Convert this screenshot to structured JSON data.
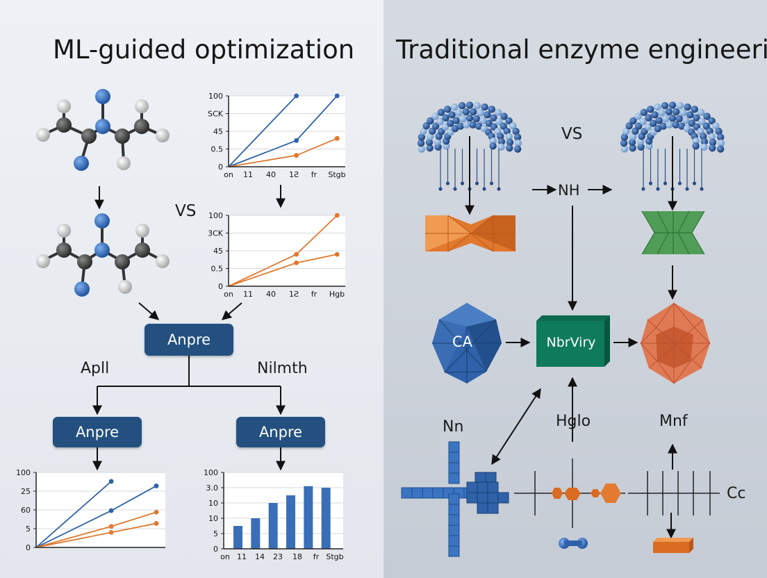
{
  "left": {
    "title": "ML-guided optimization",
    "vs": "VS",
    "center_button": "Anpre",
    "branch_left": "Apll",
    "branch_right": "Nilmth",
    "button_left": "Anpre",
    "button_right": "Anpre"
  },
  "right": {
    "title": "Traditional enzyme engineering",
    "vs": "VS",
    "nh": "NH",
    "ca": "CA",
    "center_box": "NbrViry",
    "nn": "Nn",
    "hglo": "Hglo",
    "mnf": "Mnf",
    "cc": "Cc"
  },
  "colors": {
    "blue": "#2f62a8",
    "orange": "#e0782e",
    "green": "#3f9a4c",
    "teal": "#0f7a5c",
    "navy_button": "#23507f"
  },
  "chart_data": [
    {
      "type": "line",
      "y_tick_labels": [
        "100",
        "SCK",
        "45",
        "0.5",
        "0"
      ],
      "x_tick_labels": [
        "on",
        "11",
        "40",
        "1Ƨ",
        "fr",
        "Stgb"
      ],
      "series": [
        {
          "color": "#2f62a8",
          "points": [
            [
              0,
              0
            ],
            [
              5,
              100
            ]
          ]
        },
        {
          "color": "#2f62a8",
          "points": [
            [
              0,
              0
            ],
            [
              5,
              37
            ],
            [
              8,
              100
            ]
          ]
        },
        {
          "color": "#e0782e",
          "points": [
            [
              0,
              0
            ],
            [
              5,
              16
            ],
            [
              8,
              40
            ]
          ]
        }
      ]
    },
    {
      "type": "line",
      "y_tick_labels": [
        "100",
        "3CK",
        "45",
        "0.5",
        "0"
      ],
      "x_tick_labels": [
        "on",
        "11",
        "40",
        "1Ƨ",
        "fr",
        "Hgb"
      ],
      "series": [
        {
          "color": "#e0782e",
          "points": [
            [
              0,
              0
            ],
            [
              5,
              45
            ],
            [
              8,
              100
            ]
          ]
        },
        {
          "color": "#e0782e",
          "points": [
            [
              0,
              0
            ],
            [
              5,
              33
            ],
            [
              8,
              45
            ]
          ]
        }
      ]
    },
    {
      "type": "line",
      "y_tick_labels": [
        "100",
        "25",
        "60",
        "5",
        "0"
      ],
      "x_tick_labels": [],
      "series": [
        {
          "color": "#2f62a8",
          "points": [
            [
              0,
              0
            ],
            [
              5,
              88
            ]
          ]
        },
        {
          "color": "#2f62a8",
          "points": [
            [
              0,
              0
            ],
            [
              5,
              49
            ],
            [
              8,
              82
            ]
          ]
        },
        {
          "color": "#e0782e",
          "points": [
            [
              0,
              0
            ],
            [
              5,
              28
            ],
            [
              8,
              47
            ]
          ]
        },
        {
          "color": "#e0782e",
          "points": [
            [
              0,
              0
            ],
            [
              5,
              20
            ],
            [
              8,
              32
            ]
          ]
        }
      ]
    },
    {
      "type": "bar",
      "y_tick_labels": [
        "100",
        "3.0",
        "10",
        "10",
        "5",
        "0"
      ],
      "x_tick_labels": [
        "on",
        "11",
        "14",
        "23",
        "18",
        "fr",
        "Stgb"
      ],
      "values": [
        30,
        40,
        60,
        70,
        82,
        80
      ]
    }
  ]
}
